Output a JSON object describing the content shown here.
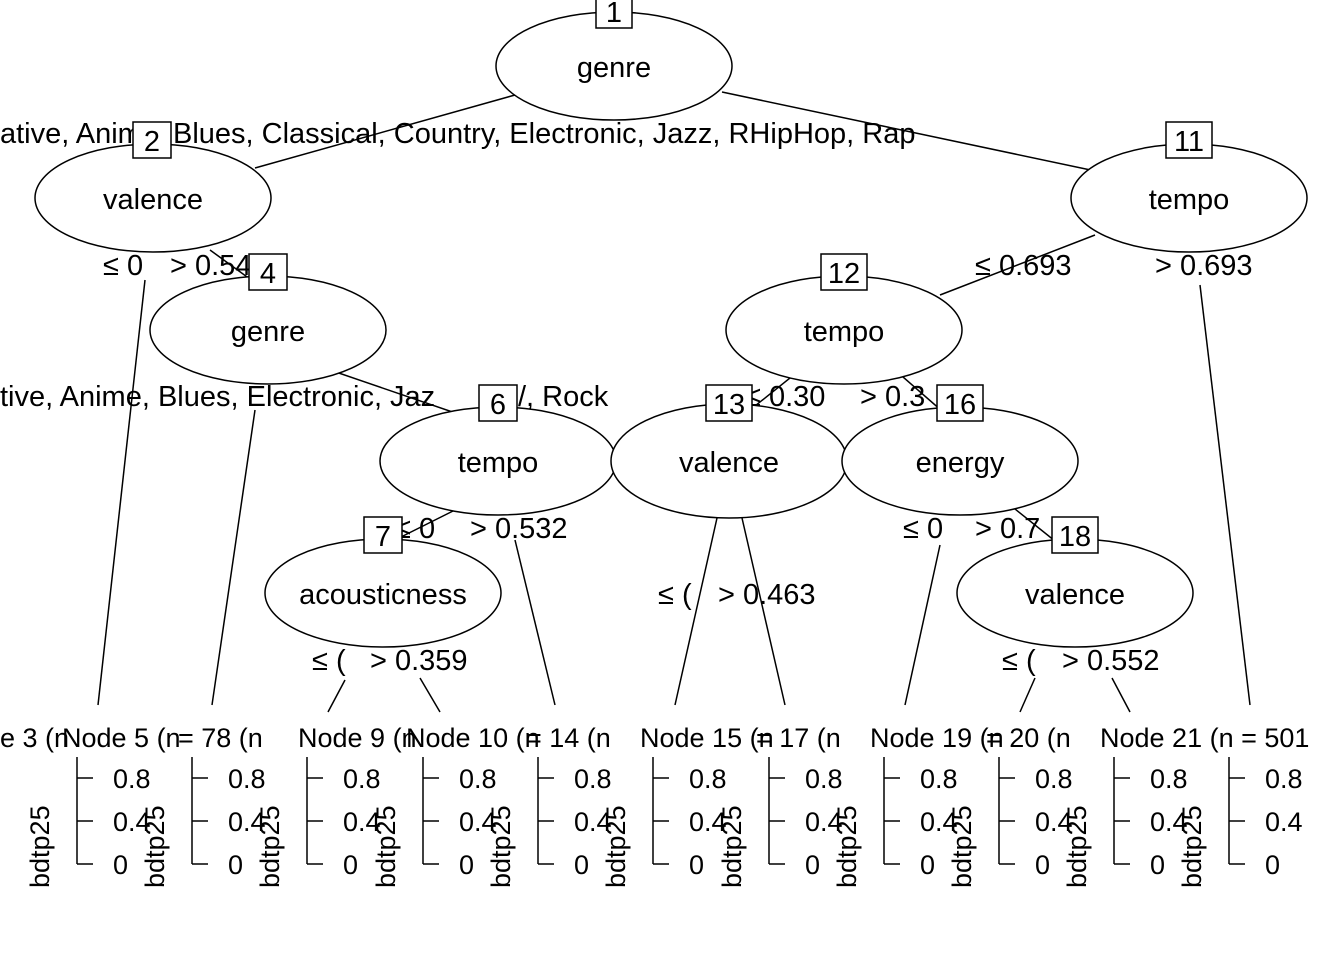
{
  "nodes": [
    {
      "id": "1",
      "variable": "genre"
    },
    {
      "id": "2",
      "variable": "valence"
    },
    {
      "id": "4",
      "variable": "genre"
    },
    {
      "id": "6",
      "variable": "tempo"
    },
    {
      "id": "7",
      "variable": "acousticness"
    },
    {
      "id": "11",
      "variable": "tempo"
    },
    {
      "id": "12",
      "variable": "tempo"
    },
    {
      "id": "13",
      "variable": "valence"
    },
    {
      "id": "16",
      "variable": "energy"
    },
    {
      "id": "18",
      "variable": "valence"
    }
  ],
  "split_labels": {
    "n1_left": "ative, Anim",
    "n1_right": "Blues, Classical, Country, Electronic, Jazz, RHipHop, Rap",
    "n2_left": "≤ 0",
    "n2_right": "> 0.54",
    "n4_left": "tive, Anime, Blues, Electronic, Jaz",
    "n4_right": "/, Rock",
    "n6_left": "≤ 0",
    "n6_right": "> 0.532",
    "n7_left": "≤ (",
    "n7_right": "> 0.359",
    "n11_left": "≤ 0.693",
    "n11_right": "> 0.693",
    "n12_left": "≤ 0.30",
    "n12_right": "> 0.3",
    "n13_left": "≤ (",
    "n13_right": "> 0.463",
    "n16_left": "≤ 0",
    "n16_right": "> 0.7",
    "n18_left": "≤ (",
    "n18_right": "> 0.552"
  },
  "terminal_labels": {
    "t3": "e 3 (n",
    "t5": "Node 5 (n",
    "t8": "= 78 (n",
    "t9": "Node 9 (n",
    "t10": "Node 10 (n",
    "t14": "= 14 (n",
    "t15": "Node 15 (n",
    "t17": "= 17 (n",
    "t19": "Node 19 (n",
    "t20": "= 20 (n",
    "t21": "Node 21 (n = 501"
  },
  "terminal_axis": {
    "ticks": [
      "0.8",
      "0.4",
      "0"
    ],
    "side_label": "bdtp25"
  }
}
